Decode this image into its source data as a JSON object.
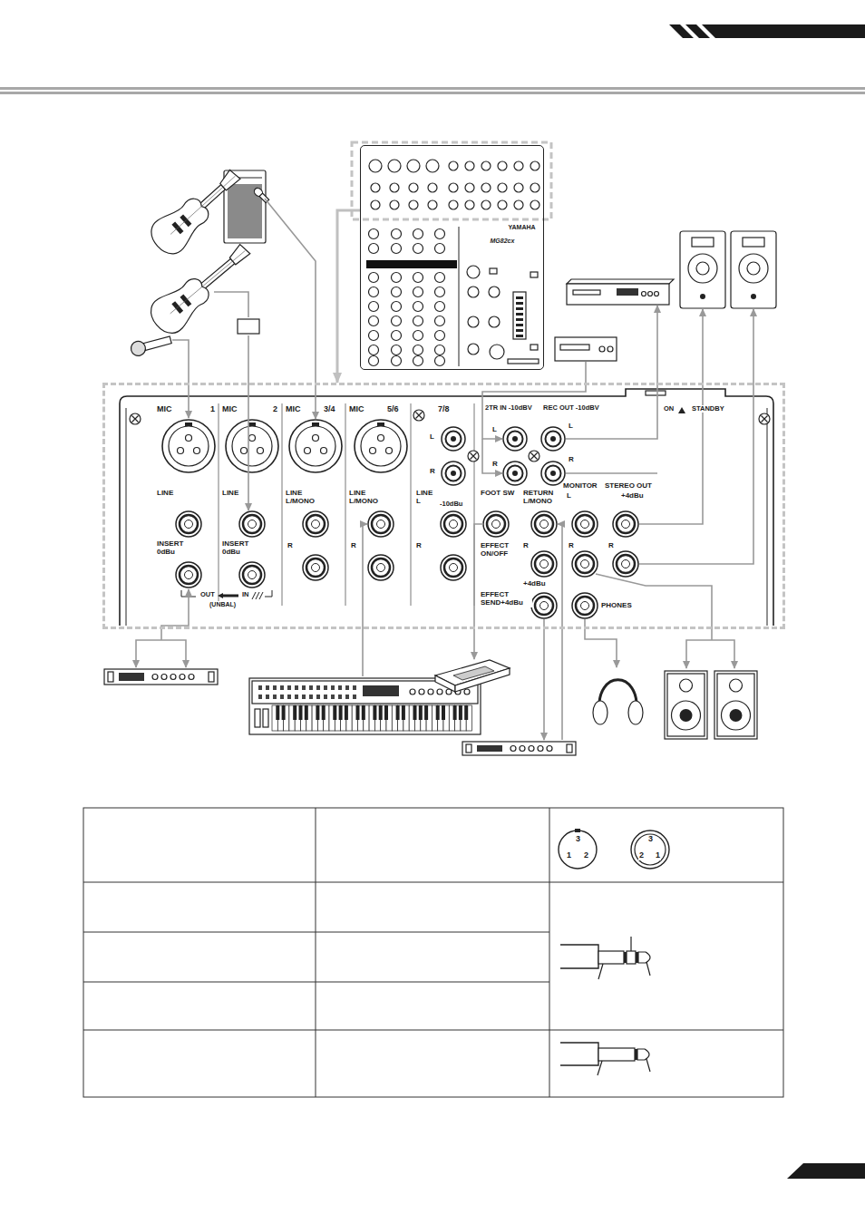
{
  "diagram": {
    "nodes": [
      {
        "text": [
          "YAMAHA",
          "MG82cx"
        ]
      },
      {
        "text": [
          "MIC",
          "1",
          "MIC",
          "2",
          "MIC",
          "3/4",
          "MIC",
          "5/6",
          "7/8",
          "L",
          "R",
          "2TR IN -10dBV",
          "L",
          "R",
          "REC OUT -10dBV",
          "L",
          "R",
          "ON",
          "STANDBY",
          "LINE",
          "LINE",
          "LINE L/MONO",
          "LINE L/MONO",
          "LINE L",
          "-10dBu",
          "FOOT SW",
          "RETURN L/MONO",
          "MONITOR",
          "STEREO OUT",
          "L",
          "+4dBu",
          "INSERT 0dBu",
          "INSERT 0dBu",
          "R",
          "R",
          "R",
          "EFFECT ON/OFF",
          "R",
          "R",
          "R",
          "+4dBu",
          "OUT",
          "IN",
          "(UNBAL)",
          "EFFECT SEND+4dBu",
          "PHONES"
        ]
      }
    ],
    "edges": [
      {
        "from": 0,
        "to": 1,
        "arrow": "to"
      }
    ],
    "labels": [
      "3",
      "1",
      "2",
      "3",
      "2",
      "1"
    ]
  }
}
